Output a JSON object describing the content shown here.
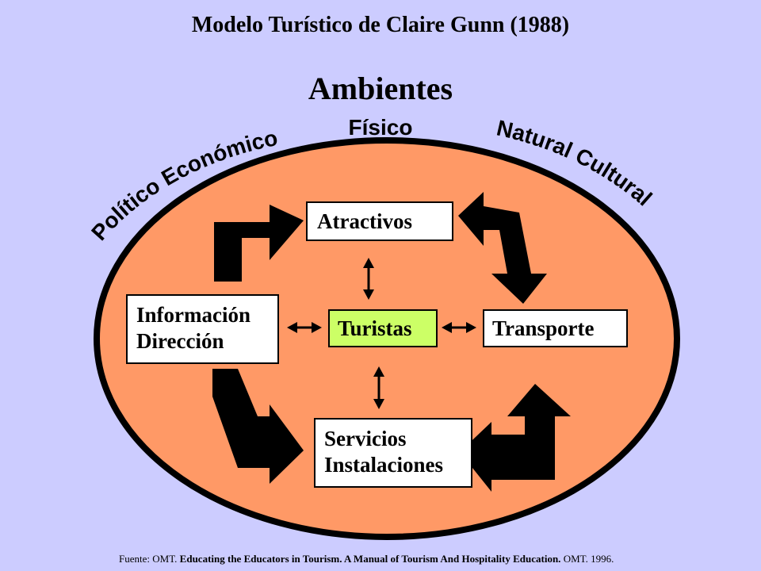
{
  "title": "Modelo Turístico de Claire Gunn (1988)",
  "heading": "Ambientes",
  "environments": {
    "fisico": "Físico",
    "economico": "Económico",
    "politico": "Político",
    "natural": "Natural",
    "cultural": "Cultural"
  },
  "boxes": {
    "atractivos": "Atractivos",
    "informacion": [
      "Información",
      "Dirección"
    ],
    "turistas": "Turistas",
    "transporte": "Transporte",
    "servicios": [
      "Servicios",
      "Instalaciones"
    ]
  },
  "source": {
    "prefix": "Fuente: OMT. ",
    "work": "Educating the Educators in Tourism. A Manual of Tourism And Hospitality  Education.",
    "suffix": " OMT. 1996."
  },
  "colors": {
    "background": "#ccccff",
    "ellipse_fill": "#ff9966",
    "turistas_fill": "#ccff66",
    "box_fill": "#ffffff",
    "stroke": "#000000"
  }
}
